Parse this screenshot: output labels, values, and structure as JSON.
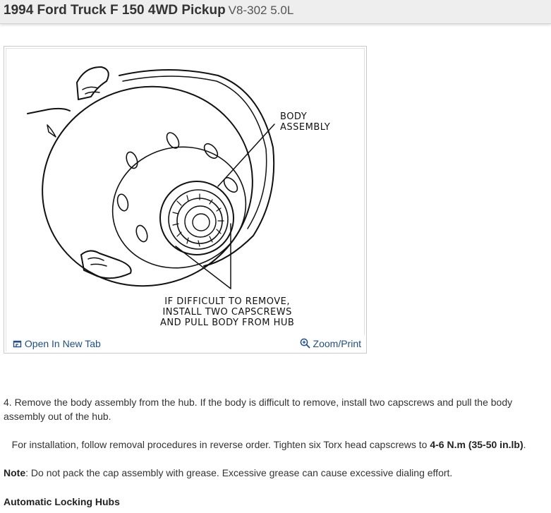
{
  "header": {
    "title": "1994 Ford Truck F 150 4WD Pickup",
    "engine": "V8-302 5.0L"
  },
  "figure": {
    "callouts": {
      "body_line1": "BODY",
      "body_line2": "ASSEMBLY",
      "remove_line1": "IF DIFFICULT TO REMOVE,",
      "remove_line2": "INSTALL TWO CAPSCREWS",
      "remove_line3": "AND PULL BODY FROM HUB"
    },
    "open_tab_label": "Open In New Tab",
    "zoom_label": "Zoom/Print"
  },
  "content": {
    "step4": " 4. Remove the body assembly from the hub. If the body is difficult to remove, install two capscrews and pull the body assembly out of the hub.",
    "install_prefix": "   For installation, follow removal procedures in reverse order. Tighten six Torx head capscrews to ",
    "install_torque": "4-6 N.m (35-50 in.lb)",
    "install_suffix": ".",
    "note_label": "Note",
    "note_text": ": Do not pack the cap assembly with grease. Excessive grease can cause excessive dialing effort.",
    "section_heading": "Automatic Locking Hubs"
  }
}
